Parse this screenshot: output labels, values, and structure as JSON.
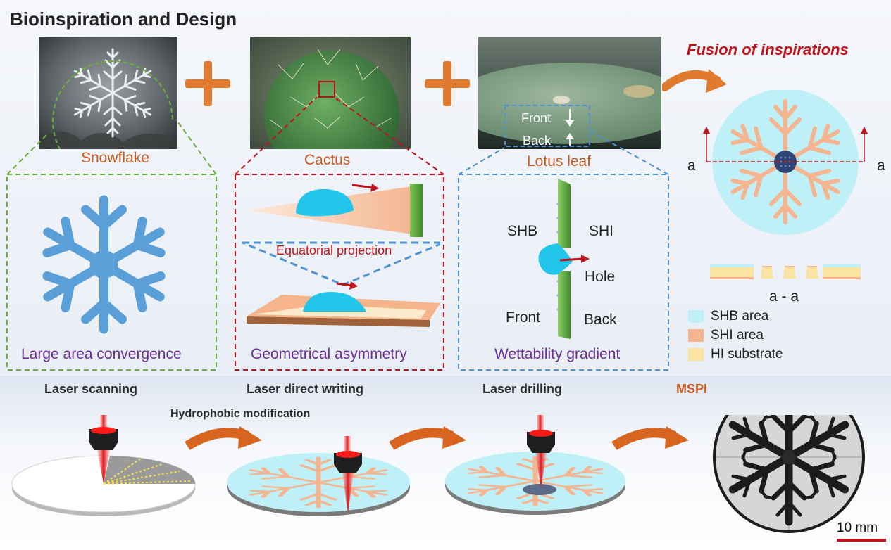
{
  "title": "Bioinspiration and Design",
  "inspirations": {
    "snowflake": "Snowflake",
    "cactus": "Cactus",
    "lotus": "Lotus leaf",
    "fusion": "Fusion of inspirations"
  },
  "lotus_photo": {
    "front": "Front",
    "back": "Back"
  },
  "panels": {
    "snowflake_caption": "Large area convergence",
    "cactus_caption": "Geometrical asymmetry",
    "cactus_projection": "Equatorial projection",
    "lotus_caption": "Wettability gradient",
    "lotus_labels": {
      "shb": "SHB",
      "shi": "SHI",
      "hole": "Hole",
      "front": "Front",
      "back": "Back"
    }
  },
  "fusion": {
    "section_left": "a",
    "section_right": "a",
    "section_label": "a - a"
  },
  "legend": [
    {
      "label": "SHB area",
      "color": "#bff0f8"
    },
    {
      "label": "SHI area",
      "color": "#f4b590"
    },
    {
      "label": "HI substrate",
      "color": "#fbe4a0"
    }
  ],
  "steps": {
    "s1": "Laser scanning",
    "s2": "Laser direct writing",
    "s3": "Laser drilling",
    "s4": "MSPI",
    "modification": "Hydrophobic modification"
  },
  "scale_bar": "10 mm",
  "colors": {
    "accent_orange": "#e07a2e",
    "arrow_red": "#c0121a",
    "snow_blue": "#5b9fd8",
    "dashed_green": "#6aae3c",
    "dashed_red": "#c0121a",
    "dashed_blue": "#4f93d2",
    "title_red": "#c0121a"
  }
}
